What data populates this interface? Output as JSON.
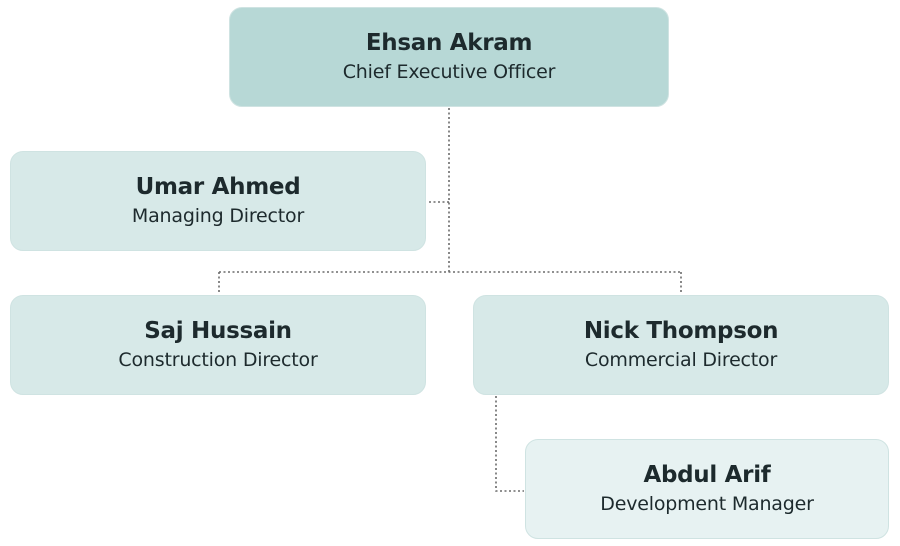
{
  "colors": {
    "ceo_fill": "#b7d8d6",
    "level2_fill": "#d7e9e8",
    "level3_fill": "#e7f2f2",
    "border": "#cfe3e2",
    "connector": "#6b6b6b",
    "text": "#1d2a2d"
  },
  "nodes": {
    "ceo": {
      "name": "Ehsan Akram",
      "title": "Chief Executive Officer"
    },
    "managing_director": {
      "name": "Umar Ahmed",
      "title": "Managing Director"
    },
    "construction_director": {
      "name": "Saj Hussain",
      "title": "Construction Director"
    },
    "commercial_director": {
      "name": "Nick Thompson",
      "title": "Commercial Director"
    },
    "development_manager": {
      "name": "Abdul Arif",
      "title": "Development Manager"
    }
  }
}
